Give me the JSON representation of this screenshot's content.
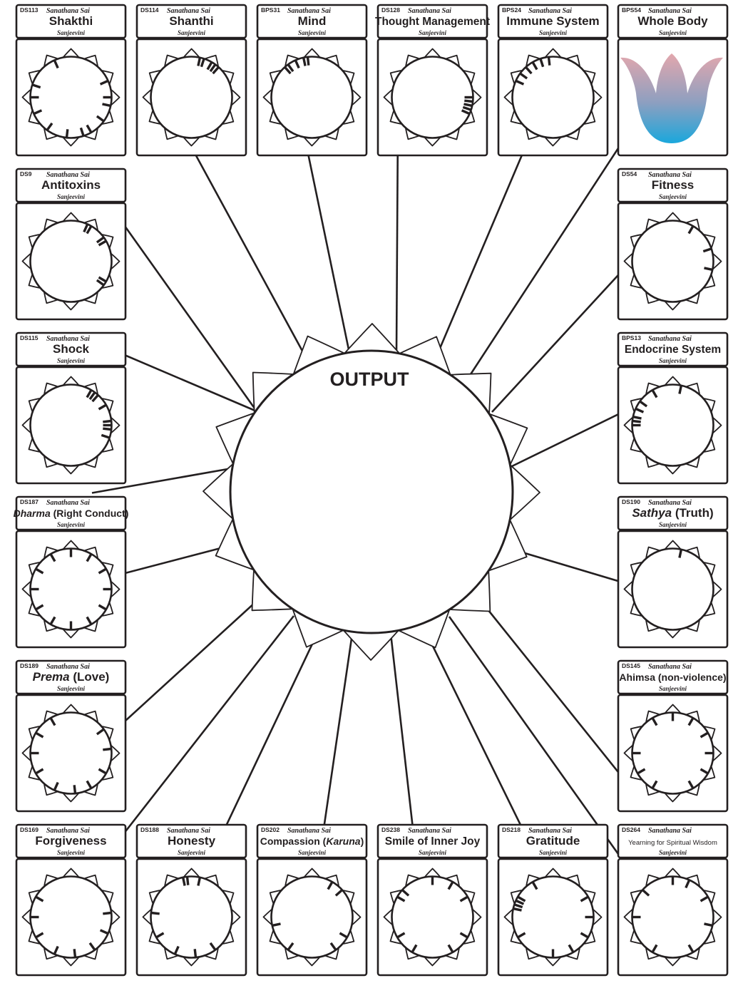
{
  "output": {
    "label": "OUTPUT"
  },
  "colors": {
    "line": "#231f20",
    "lotus_top": "#e3a7ad",
    "lotus_bottom": "#1aa7dc"
  },
  "cards": [
    {
      "id": "c0",
      "code": "DS113",
      "brand": "Sanathana Sai",
      "title": "Shakthi",
      "subtitle": "Sanjeevini",
      "dial_ticks": [
        11,
        15,
        17,
        21,
        25,
        27,
        31,
        36,
        41,
        45,
        48,
        56
      ]
    },
    {
      "id": "c1",
      "code": "DS114",
      "brand": "Sanathana Sai",
      "title": "Shanthi",
      "subtitle": "Sanjeevini",
      "dial_ticks": [
        2,
        3,
        5,
        6,
        7
      ]
    },
    {
      "id": "c2",
      "code": "BPS31",
      "brand": "Sanathana Sai",
      "title": "Mind",
      "subtitle": "Sanjeevini",
      "dial_ticks": [
        53,
        54,
        56,
        58,
        59
      ]
    },
    {
      "id": "c3",
      "code": "DS128",
      "brand": "Sanathana Sai",
      "title": "Thought Management",
      "subtitle": "Sanjeevini",
      "dial_ticks": [
        15,
        16,
        17,
        18,
        19
      ]
    },
    {
      "id": "c4",
      "code": "BPS24",
      "brand": "Sanathana Sai",
      "title": "Immune System",
      "subtitle": "Sanjeevini",
      "dial_ticks": [
        49,
        51,
        53,
        55,
        57,
        59
      ]
    },
    {
      "id": "c5",
      "code": "BPS54",
      "brand": "Sanathana Sai",
      "title": "Whole Body",
      "subtitle": "Sanjeevini",
      "image": "lotus-icon"
    },
    {
      "id": "c6",
      "code": "DS9",
      "brand": "Sanathana Sai",
      "title": "Antitoxins",
      "subtitle": "Sanjeevini",
      "dial_ticks": [
        4,
        5,
        9,
        10,
        20,
        21
      ]
    },
    {
      "id": "c7",
      "code": "DS54",
      "brand": "Sanathana Sai",
      "title": "Fitness",
      "subtitle": "Sanjeevini",
      "dial_ticks": [
        5,
        12,
        17
      ]
    },
    {
      "id": "c8",
      "code": "DS115",
      "brand": "Sanathana Sai",
      "title": "Shock",
      "subtitle": "Sanjeevini",
      "dial_ticks": [
        5,
        6,
        7,
        10,
        14,
        15,
        16,
        18
      ]
    },
    {
      "id": "c9",
      "code": "BPS13",
      "brand": "Sanathana Sai",
      "title": "Endocrine System",
      "subtitle": "Sanjeevini",
      "dial_ticks": [
        2,
        45,
        46,
        47,
        49,
        51,
        55
      ]
    },
    {
      "id": "c10",
      "code": "DS187",
      "brand": "Sanathana Sai",
      "title": "Dharma",
      "title_rest": " (Right Conduct)",
      "title_italic": true,
      "subtitle": "Sanjeevini",
      "dial_ticks": [
        0,
        5,
        10,
        15,
        20,
        25,
        30,
        35,
        40,
        45,
        50,
        55
      ]
    },
    {
      "id": "c11",
      "code": "DS190",
      "brand": "Sanathana Sai",
      "title": "Sathya",
      "title_rest": " (Truth)",
      "title_italic": true,
      "subtitle": "Sanjeevini",
      "dial_ticks": [
        2
      ]
    },
    {
      "id": "c12",
      "code": "DS189",
      "brand": "Sanathana Sai",
      "title": "Prema",
      "title_rest": " (Love)",
      "title_italic": true,
      "subtitle": "Sanjeevini",
      "dial_ticks": [
        9,
        14,
        20,
        25,
        29,
        34,
        40,
        45,
        50,
        55
      ]
    },
    {
      "id": "c13",
      "code": "DS145",
      "brand": "Sanathana Sai",
      "title": "Ahimsa (non-violence)",
      "subtitle": "Sanjeevini",
      "dial_ticks": [
        0,
        5,
        10,
        15,
        20,
        25,
        35,
        40,
        45,
        55
      ]
    },
    {
      "id": "c14",
      "code": "DS169",
      "brand": "Sanathana Sai",
      "title": "Forgiveness",
      "subtitle": "Sanjeevini",
      "dial_ticks": [
        14,
        19,
        24,
        29,
        34,
        40,
        45,
        50
      ]
    },
    {
      "id": "c15",
      "code": "DS188",
      "brand": "Sanathana Sai",
      "title": "Honesty",
      "subtitle": "Sanjeevini",
      "dial_ticks": [
        2,
        58,
        59,
        24,
        29,
        34,
        40,
        46
      ]
    },
    {
      "id": "c16",
      "code": "DS202",
      "brand": "Sanathana Sai",
      "title": "Compassion ",
      "title_rest": "Karuna",
      "title_rest_italic": true,
      "title_open": "(",
      "title_close": ")",
      "subtitle": "Sanjeevini",
      "dial_ticks": [
        5,
        8,
        20,
        24,
        36,
        43
      ]
    },
    {
      "id": "c17",
      "code": "DS238",
      "brand": "Sanathana Sai",
      "title": "Smile of Inner Joy",
      "subtitle": "Sanjeevini",
      "dial_ticks": [
        0,
        5,
        10,
        20,
        25,
        35,
        40,
        50,
        52
      ]
    },
    {
      "id": "c18",
      "code": "DS218",
      "brand": "Sanathana Sai",
      "title": "Gratitude",
      "subtitle": "Sanjeevini",
      "dial_ticks": [
        10,
        15,
        20,
        25,
        30,
        40,
        47,
        48,
        49,
        50,
        55
      ]
    },
    {
      "id": "c19",
      "code": "DS264",
      "brand": "Sanathana Sai",
      "title": "Yearning for Spiritual Wisdom",
      "title_small": true,
      "subtitle": "Sanjeevini",
      "dial_ticks": [
        0,
        4,
        10,
        17,
        25,
        35,
        45,
        52
      ]
    }
  ]
}
